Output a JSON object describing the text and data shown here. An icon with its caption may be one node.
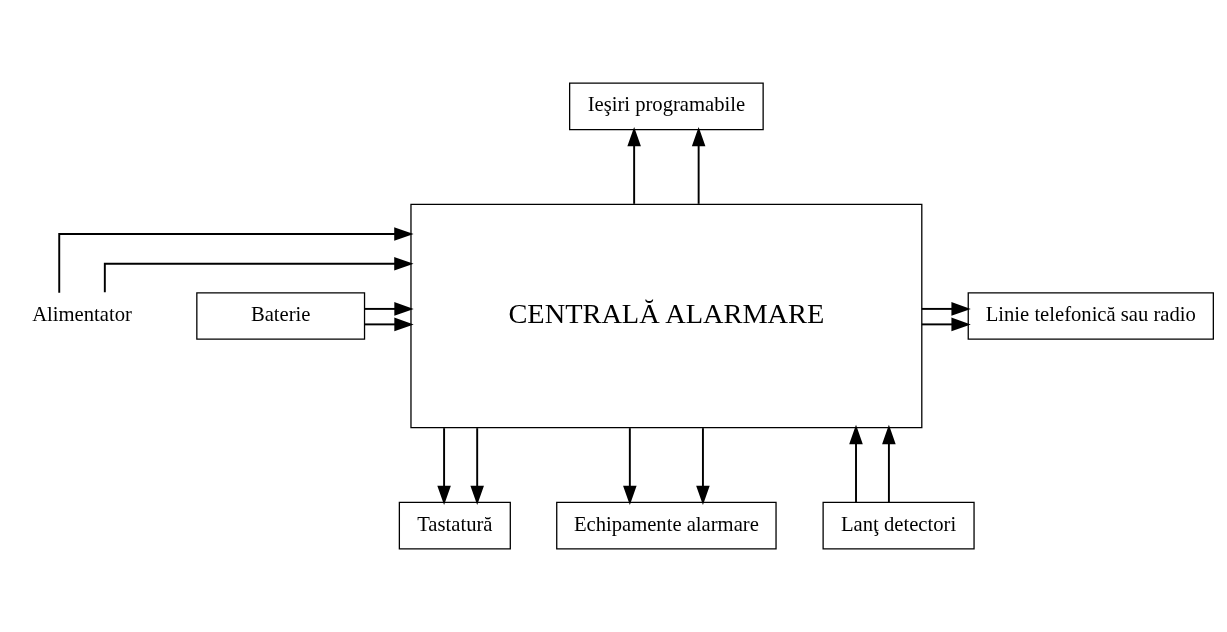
{
  "diagram": {
    "nodes": [
      {
        "text": [
          "Ieşiri programabile"
        ]
      },
      {
        "text": [
          "CENTRALĂ ALARMARE"
        ]
      },
      {
        "text": [
          "Alimentator"
        ]
      },
      {
        "text": [
          "Baterie"
        ]
      },
      {
        "text": [
          "Linie telefonică sau radio"
        ]
      },
      {
        "text": [
          "Tastatură"
        ]
      },
      {
        "text": [
          "Lanţ detectori"
        ]
      },
      {
        "text": [
          "Echipamente alarmare"
        ]
      }
    ],
    "edges": [
      {
        "from": 1,
        "to": 0,
        "arrow": "to"
      },
      {
        "from": 1,
        "to": 0,
        "arrow": "to"
      },
      {
        "from": 2,
        "to": 1,
        "arrow": "to"
      },
      {
        "from": 2,
        "to": 1,
        "arrow": "to"
      },
      {
        "from": 3,
        "to": 1,
        "arrow": "to"
      },
      {
        "from": 3,
        "to": 1,
        "arrow": "to"
      },
      {
        "from": 1,
        "to": 4,
        "arrow": "to"
      },
      {
        "from": 1,
        "to": 4,
        "arrow": "to"
      },
      {
        "from": 1,
        "to": 5,
        "arrow": "to"
      },
      {
        "from": 1,
        "to": 5,
        "arrow": "to"
      },
      {
        "from": 6,
        "to": 1,
        "arrow": "to"
      },
      {
        "from": 6,
        "to": 1,
        "arrow": "to"
      },
      {
        "from": 1,
        "to": 7,
        "arrow": "to"
      },
      {
        "from": 1,
        "to": 7,
        "arrow": "to"
      }
    ]
  }
}
